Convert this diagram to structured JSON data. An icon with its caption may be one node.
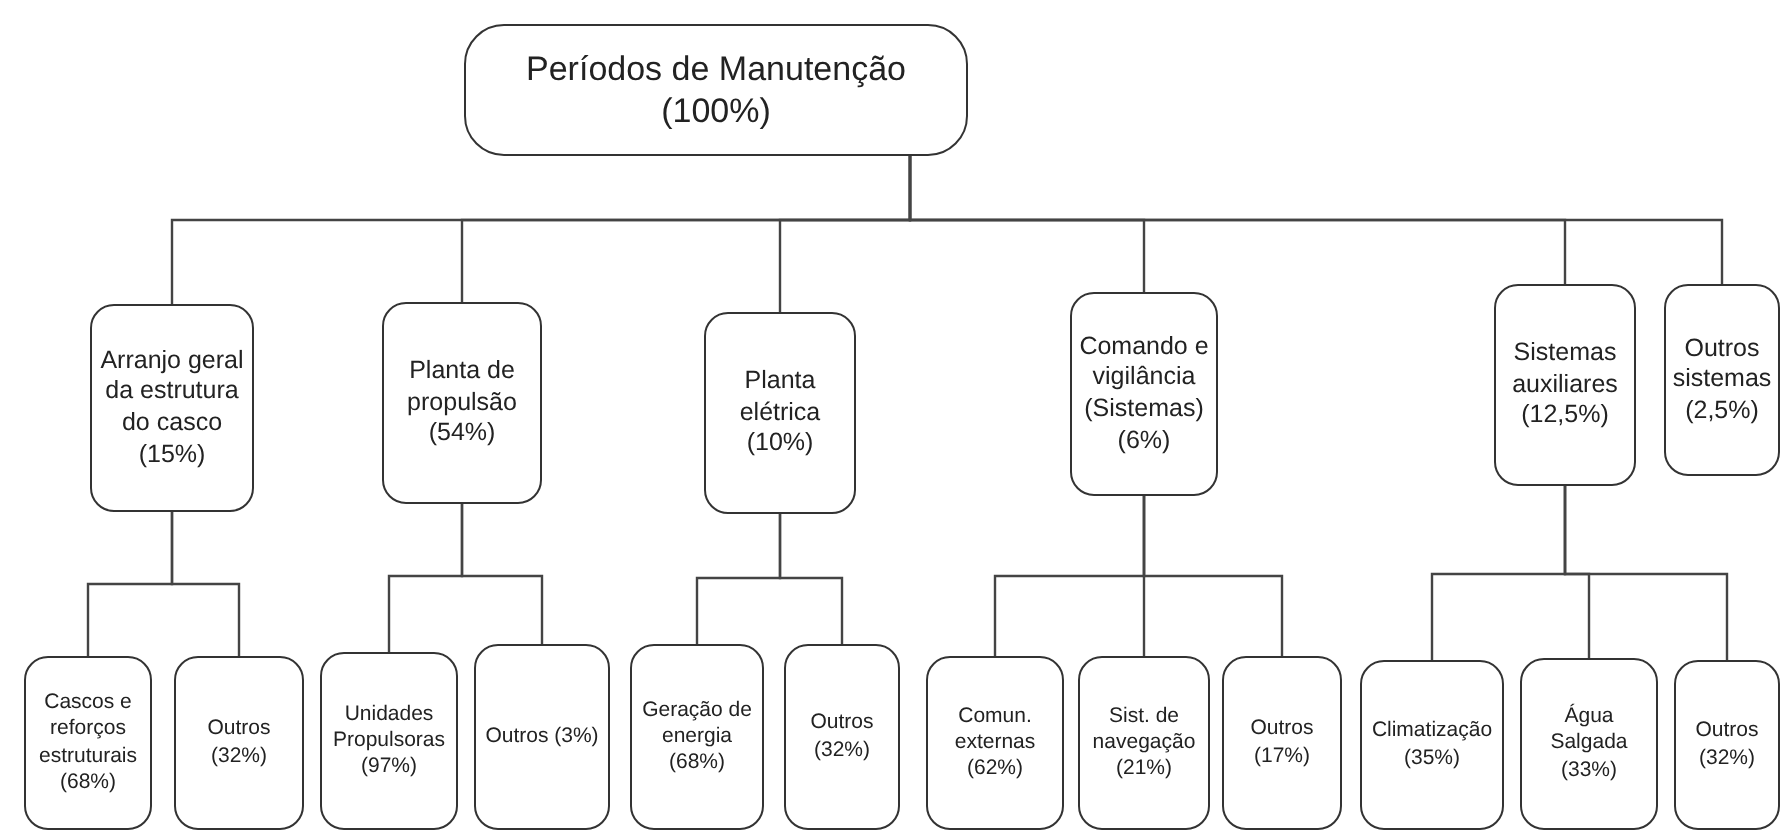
{
  "diagram": {
    "nodes": [
      {
        "text": [
          "Períodos de Manutenção (100%)"
        ]
      },
      {
        "text": [
          "Arranjo geral da estrutura do casco (15%)"
        ]
      },
      {
        "text": [
          "Planta de propulsão (54%)"
        ]
      },
      {
        "text": [
          "Planta elétrica (10%)"
        ]
      },
      {
        "text": [
          "Comando e vigilância (Sistemas) (6%)"
        ]
      },
      {
        "text": [
          "Sistemas auxiliares (12,5%)"
        ]
      },
      {
        "text": [
          "Outros sistemas (2,5%)"
        ]
      },
      {
        "text": [
          "Cascos e reforços estruturais (68%)"
        ]
      },
      {
        "text": [
          "Outros (32%)"
        ]
      },
      {
        "text": [
          "Unidades Propulsoras (97%)"
        ]
      },
      {
        "text": [
          "Outros (3%)"
        ]
      },
      {
        "text": [
          "Geração de energia (68%)"
        ]
      },
      {
        "text": [
          "Outros (32%)"
        ]
      },
      {
        "text": [
          "Comun. externas (62%)"
        ]
      },
      {
        "text": [
          "Sist. de navegação (21%)"
        ]
      },
      {
        "text": [
          "Outros (17%)"
        ]
      },
      {
        "text": [
          "Climatização (35%)"
        ]
      },
      {
        "text": [
          "Água Salgada (33%)"
        ]
      },
      {
        "text": [
          "Outros (32%)"
        ]
      }
    ],
    "edges": [
      {
        "from": 0,
        "to": 1,
        "arrow": "none"
      },
      {
        "from": 0,
        "to": 2,
        "arrow": "none"
      },
      {
        "from": 0,
        "to": 3,
        "arrow": "none"
      },
      {
        "from": 0,
        "to": 4,
        "arrow": "none"
      },
      {
        "from": 0,
        "to": 5,
        "arrow": "none"
      },
      {
        "from": 0,
        "to": 6,
        "arrow": "none"
      },
      {
        "from": 1,
        "to": 7,
        "arrow": "none"
      },
      {
        "from": 1,
        "to": 8,
        "arrow": "none"
      },
      {
        "from": 2,
        "to": 9,
        "arrow": "none"
      },
      {
        "from": 2,
        "to": 10,
        "arrow": "none"
      },
      {
        "from": 3,
        "to": 11,
        "arrow": "none"
      },
      {
        "from": 3,
        "to": 12,
        "arrow": "none"
      },
      {
        "from": 4,
        "to": 13,
        "arrow": "none"
      },
      {
        "from": 4,
        "to": 14,
        "arrow": "none"
      },
      {
        "from": 4,
        "to": 15,
        "arrow": "none"
      },
      {
        "from": 5,
        "to": 16,
        "arrow": "none"
      },
      {
        "from": 5,
        "to": 17,
        "arrow": "none"
      },
      {
        "from": 5,
        "to": 18,
        "arrow": "none"
      }
    ]
  }
}
